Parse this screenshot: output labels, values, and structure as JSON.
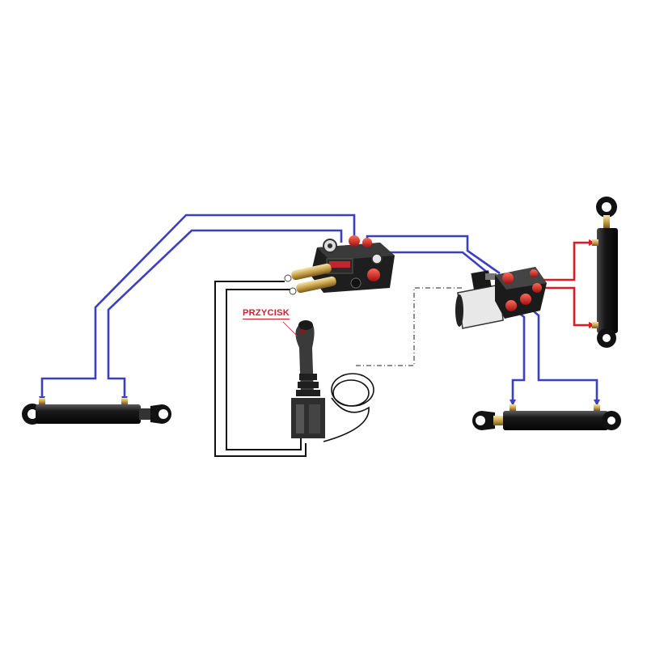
{
  "labels": {
    "button_callout": "PRZYCISK"
  },
  "colors": {
    "hose_blue": "#3a3fc4",
    "hose_red": "#e01b24",
    "wire_black": "#111111",
    "valve_red": "#c0262a",
    "valve_body": "#2a2a2a",
    "chrome": "#c9a24a",
    "label_red": "#d61c2c"
  },
  "components": [
    "hydraulic-cylinder-left",
    "manual-directional-valve",
    "joystick-with-button",
    "solenoid-directional-valve",
    "hydraulic-cylinder-vertical",
    "hydraulic-cylinder-right"
  ]
}
